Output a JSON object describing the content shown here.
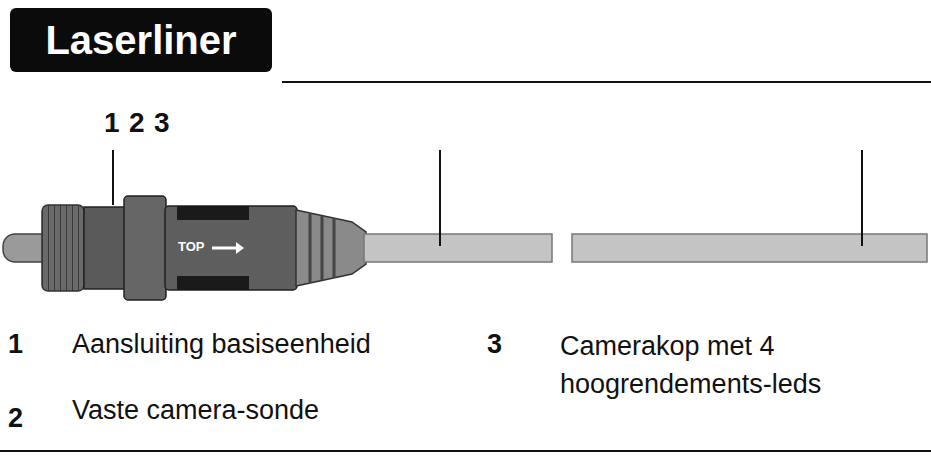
{
  "diagram": {
    "nodes": [
      {
        "text": [
          "Laserliner"
        ]
      }
    ],
    "labels": [
      "1",
      "2",
      "3",
      "TOP",
      "1",
      "Aansluiting basiseenheid",
      "2",
      "Vaste camera-sonde",
      "3",
      "Camerakop met 4 hoogrendements-leds"
    ]
  }
}
